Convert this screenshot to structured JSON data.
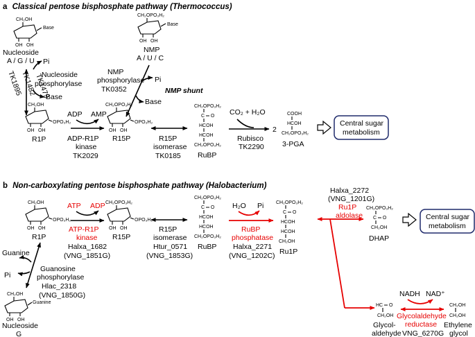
{
  "panel_a": {
    "letter": "a",
    "title_main": "Classical pentose bisphosphate pathway (",
    "title_org": "Thermococcus",
    "title_end": ")",
    "nucleoside": {
      "name": "Nucleoside",
      "bases": "A / G / U",
      "ch2oh": "CH₂OH",
      "base": "Base",
      "oh1": "OH",
      "oh2": "OH"
    },
    "nmp": {
      "name": "NMP",
      "bases": "A / U / C",
      "group": "CH₂OPO₃H₂",
      "base": "Base",
      "oh1": "OH",
      "oh2": "OH"
    },
    "pi_left": "Pi",
    "base_left": "Base",
    "nuc_phos_1": "Nucleoside",
    "nuc_phos_2": "phosphorylase",
    "tk_list": [
      "TK1479",
      "TK1482",
      "TK1895"
    ],
    "nmp_phos_1": "NMP",
    "nmp_phos_2": "phosphorylase",
    "nmp_phos_3": "TK0352",
    "pi_nmp": "Pi",
    "base_nmp": "Base",
    "nmp_shunt": "NMP shunt",
    "r1p": {
      "name": "R1P",
      "ch2oh": "CH₂OH",
      "group": "OPO₃H₂",
      "oh1": "OH",
      "oh2": "OH"
    },
    "adp": "ADP",
    "amp": "AMP",
    "kinase": [
      "ADP-R1P",
      "kinase",
      "TK2029"
    ],
    "r15p": {
      "name": "R15P",
      "top": "CH₂OPO₃H₂",
      "group": "OPO₃H₂",
      "oh1": "OH",
      "oh2": "OH"
    },
    "isomerase": [
      "R15P",
      "isomerase",
      "TK0185"
    ],
    "rubp": {
      "name": "RuBP",
      "lines": [
        "CH₂OPO₃H₂",
        "C ═ O",
        "HCOH",
        "HCOH",
        "CH₂OPO₃H₂"
      ]
    },
    "co2": "CO₂ + H₂O",
    "rubisco": [
      "Rubisco",
      "TK2290"
    ],
    "two": "2",
    "pga": {
      "name": "3-PGA",
      "lines": [
        "COOH",
        "HCOH",
        "CH₂OPO₃H₂"
      ]
    },
    "central": [
      "Central sugar",
      "metabolism"
    ]
  },
  "panel_b": {
    "letter": "b",
    "title_main": "Non-carboxylating pentose bisphosphate pathway (",
    "title_org": "Halobacterium",
    "title_end": ")",
    "r1p": {
      "name": "R1P",
      "ch2oh": "CH₂OH",
      "group": "OPO₃H₂",
      "oh1": "OH",
      "oh2": "OH"
    },
    "atp": "ATP",
    "adp": "ADP",
    "kinase_red": [
      "ATP-R1P",
      "kinase"
    ],
    "kinase_ids": [
      "Halxa_1682",
      "(VNG_1851G)"
    ],
    "r15p": {
      "name": "R15P",
      "top": "CH₂OPO₃H₂",
      "group": "OPO₃H₂",
      "oh1": "OH",
      "oh2": "OH"
    },
    "isomerase": [
      "R15P",
      "isomerase",
      "Htur_0571",
      "(VNG_1853G)"
    ],
    "rubp": {
      "name": "RuBP",
      "lines": [
        "CH₂OPO₃H₂",
        "C ═ O",
        "HCOH",
        "HCOH",
        "CH₂OPO₃H₂"
      ]
    },
    "h2o": "H₂O",
    "pi": "Pi",
    "phosphatase_red": [
      "RuBP",
      "phosphatase"
    ],
    "phosphatase_ids": [
      "Halxa_2271",
      "(VNG_1202C)"
    ],
    "ru1p": {
      "name": "Ru1P",
      "lines": [
        "CH₂OPO₃H₂",
        "C ═ O",
        "HCOH",
        "HCOH",
        "CH₂OH"
      ]
    },
    "aldolase_ids": [
      "Halxa_2272",
      "(VNG_1201G)"
    ],
    "aldolase_red": [
      "Ru1P",
      "aldolase"
    ],
    "dhap": {
      "name": "DHAP",
      "lines": [
        "CH₂OPO₃H₂",
        "C ═ O",
        "CH₂OH"
      ]
    },
    "central": [
      "Central sugar",
      "metabolism"
    ],
    "guanine": "Guanine",
    "pi_left": "Pi",
    "guan_phos": [
      "Guanosine",
      "phosphorylase",
      "Hlac_2318",
      "(VNG_1850G)"
    ],
    "nucleoside": {
      "name": "Nucleoside",
      "sub": "G",
      "ch2oh": "CH₂OH",
      "base": "Guanine",
      "oh1": "OH",
      "oh2": "OH"
    },
    "glycol": {
      "name1": "Glycol-",
      "name2": "aldehyde",
      "lines": [
        "HC ═ O",
        "CH₂OH"
      ]
    },
    "nadh": "NADH",
    "nad": "NAD⁺",
    "reductase_red": [
      "Glycolaldehyde",
      "reductase"
    ],
    "reductase_id": "VNG_6270G",
    "ethylene": {
      "name1": "Ethylene",
      "name2": "glycol",
      "lines": [
        "CH₂OH",
        "CH₂OH"
      ]
    }
  },
  "colors": {
    "enzyme_red": "#e60000",
    "box_border": "#1f2a6b",
    "text": "#000000"
  }
}
